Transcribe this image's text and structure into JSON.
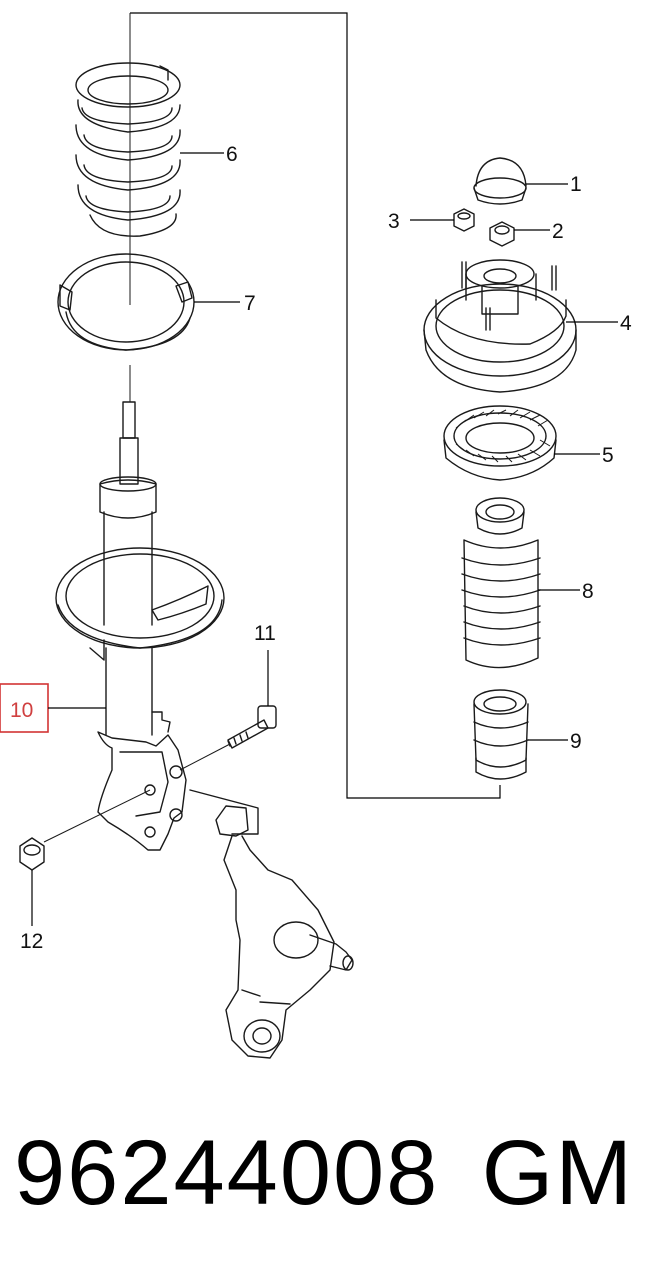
{
  "callouts": [
    {
      "id": "1",
      "label": "1"
    },
    {
      "id": "2",
      "label": "2"
    },
    {
      "id": "3",
      "label": "3"
    },
    {
      "id": "4",
      "label": "4"
    },
    {
      "id": "5",
      "label": "5"
    },
    {
      "id": "6",
      "label": "6"
    },
    {
      "id": "7",
      "label": "7"
    },
    {
      "id": "8",
      "label": "8"
    },
    {
      "id": "9",
      "label": "9"
    },
    {
      "id": "10",
      "label": "10",
      "highlighted": true
    },
    {
      "id": "11",
      "label": "11"
    },
    {
      "id": "12",
      "label": "12"
    }
  ],
  "footer": {
    "part_number": "96244008",
    "brand": "GM"
  },
  "colors": {
    "highlight": "#d23434",
    "line": "#1a1a1a"
  }
}
